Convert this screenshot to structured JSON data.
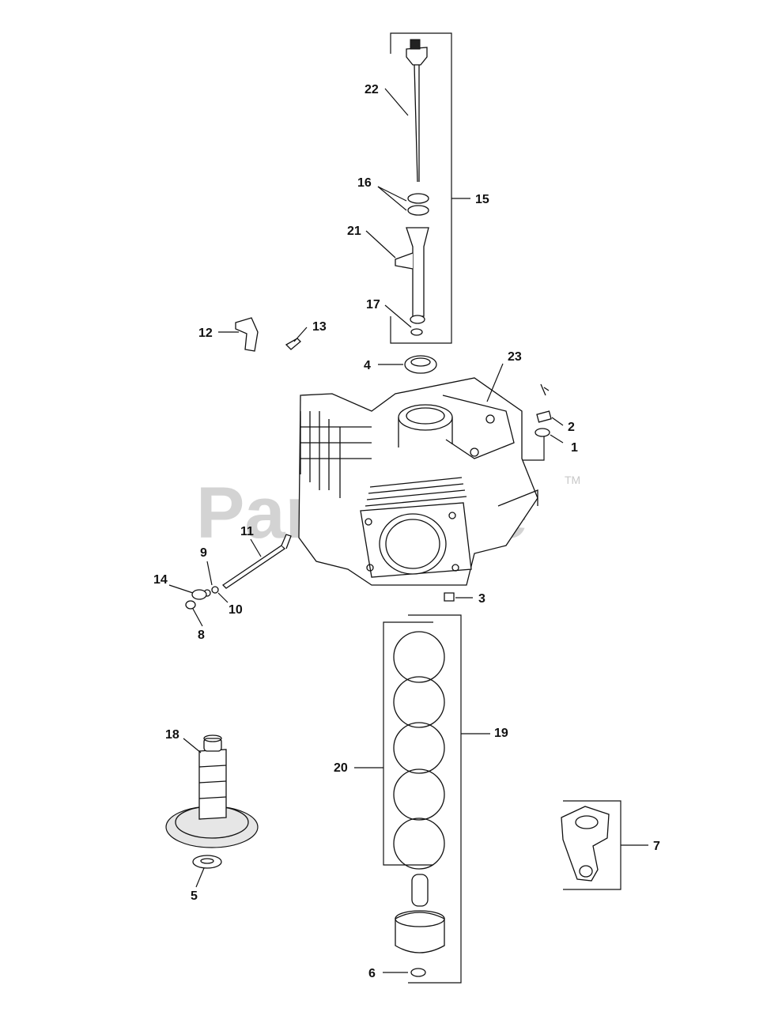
{
  "watermark": {
    "text": "PartsTree",
    "trademark": "TM"
  },
  "callouts": {
    "c1": "1",
    "c2": "2",
    "c3": "3",
    "c4": "4",
    "c5": "5",
    "c6": "6",
    "c7": "7",
    "c8": "8",
    "c9": "9",
    "c10": "10",
    "c11": "11",
    "c12": "12",
    "c13": "13",
    "c14": "14",
    "c15": "15",
    "c16": "16",
    "c17": "17",
    "c18": "18",
    "c19": "19",
    "c20": "20",
    "c21": "21",
    "c22": "22",
    "c23": "23"
  }
}
